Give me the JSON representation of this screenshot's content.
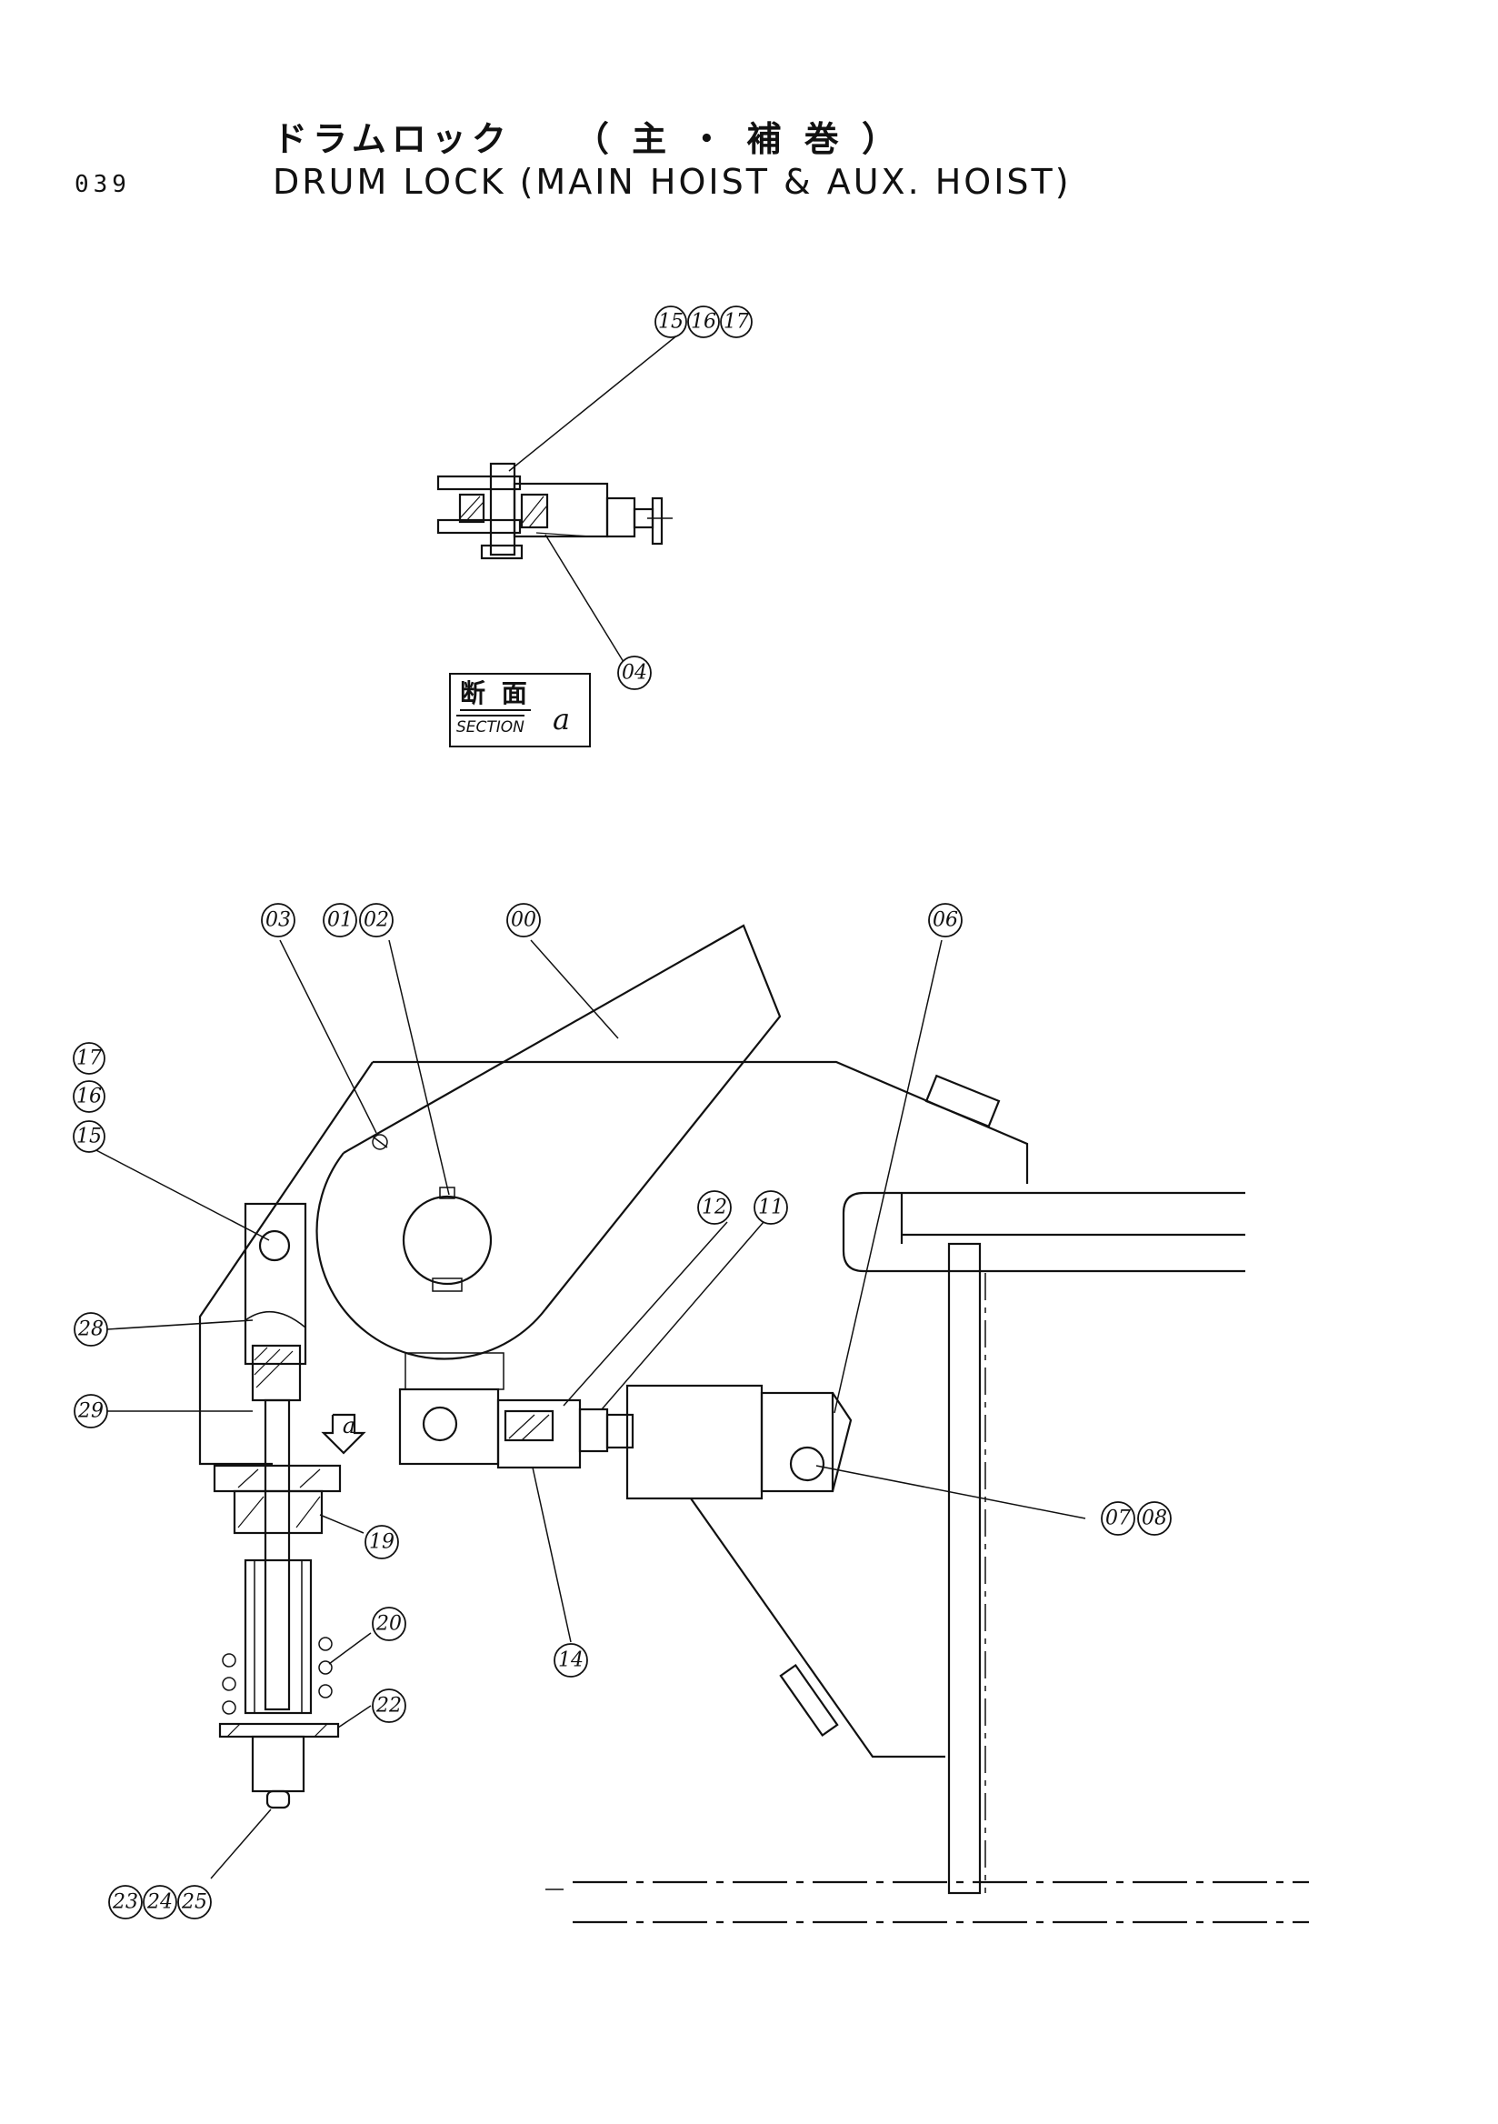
{
  "header": {
    "title_jp": "ドラムロック　　（ 主 ・ 補 巻 ）",
    "page_number": "039",
    "title_en": "DRUM LOCK (MAIN HOIST & AUX. HOIST)"
  },
  "section_label": {
    "jp": "断 面",
    "en": "SECTION",
    "letter": "a"
  },
  "view_marker": "a",
  "callouts": {
    "c15": "15",
    "c16": "16",
    "c17": "17",
    "c04": "04",
    "c03": "03",
    "c01": "01",
    "c02": "02",
    "c00": "00",
    "c06": "06",
    "l17": "17",
    "l16": "16",
    "l15": "15",
    "c12": "12",
    "c11": "11",
    "c28": "28",
    "c29": "29",
    "c07": "07",
    "c08": "08",
    "c19": "19",
    "c20": "20",
    "c22": "22",
    "c14": "14",
    "c23": "23",
    "c24": "24",
    "c25": "25"
  }
}
